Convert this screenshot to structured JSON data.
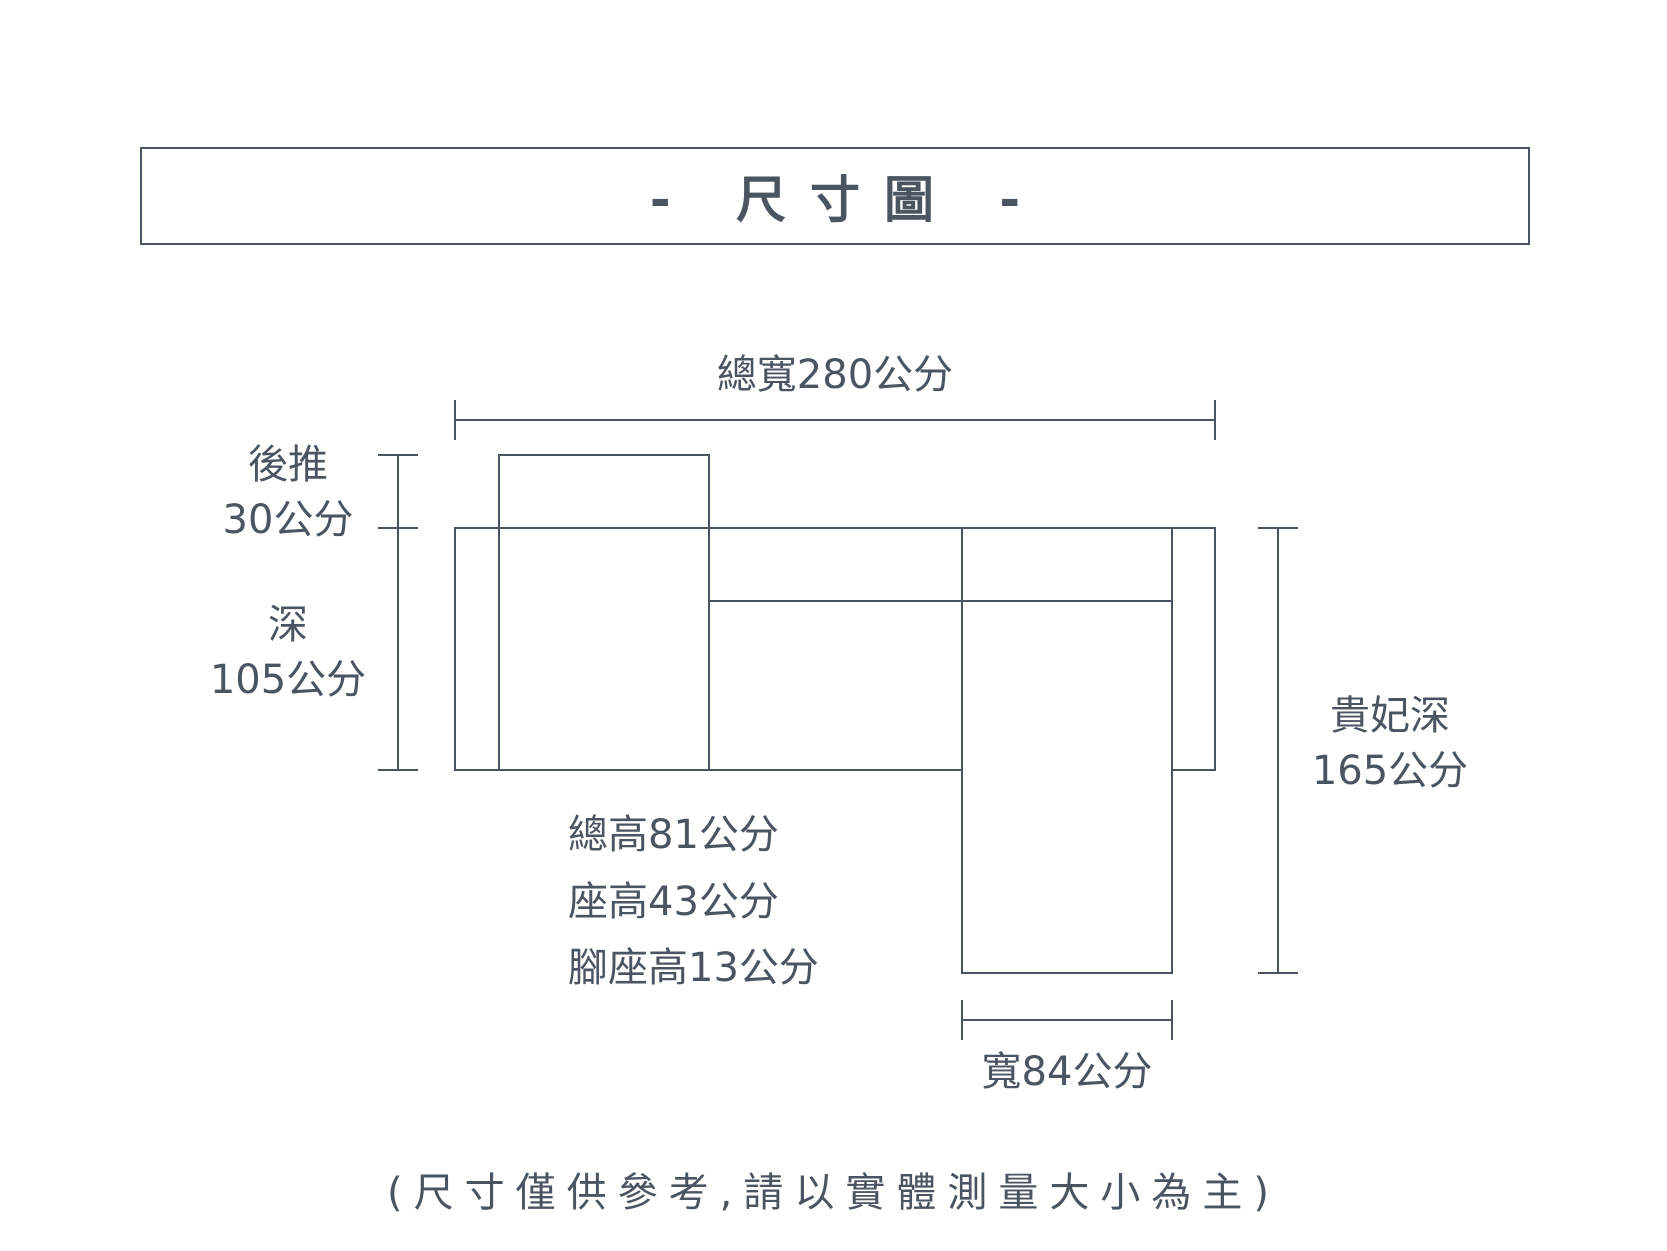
{
  "title": "- 尺寸圖 -",
  "labels": {
    "total_width": "總寬280公分",
    "recline_line1": "後推",
    "recline_line2": "30公分",
    "depth_line1": "深",
    "depth_line2": "105公分",
    "chaise_depth_line1": "貴妃深",
    "chaise_depth_line2": "165公分",
    "total_height": "總高81公分",
    "seat_height": "座高43公分",
    "footstool_height": "腳座高13公分",
    "chaise_width": "寬84公分"
  },
  "note": "(尺寸僅供參考,請以實體測量大小為主)",
  "colors": {
    "line": "#4a5561",
    "text": "#4a5561",
    "background": "#ffffff"
  }
}
